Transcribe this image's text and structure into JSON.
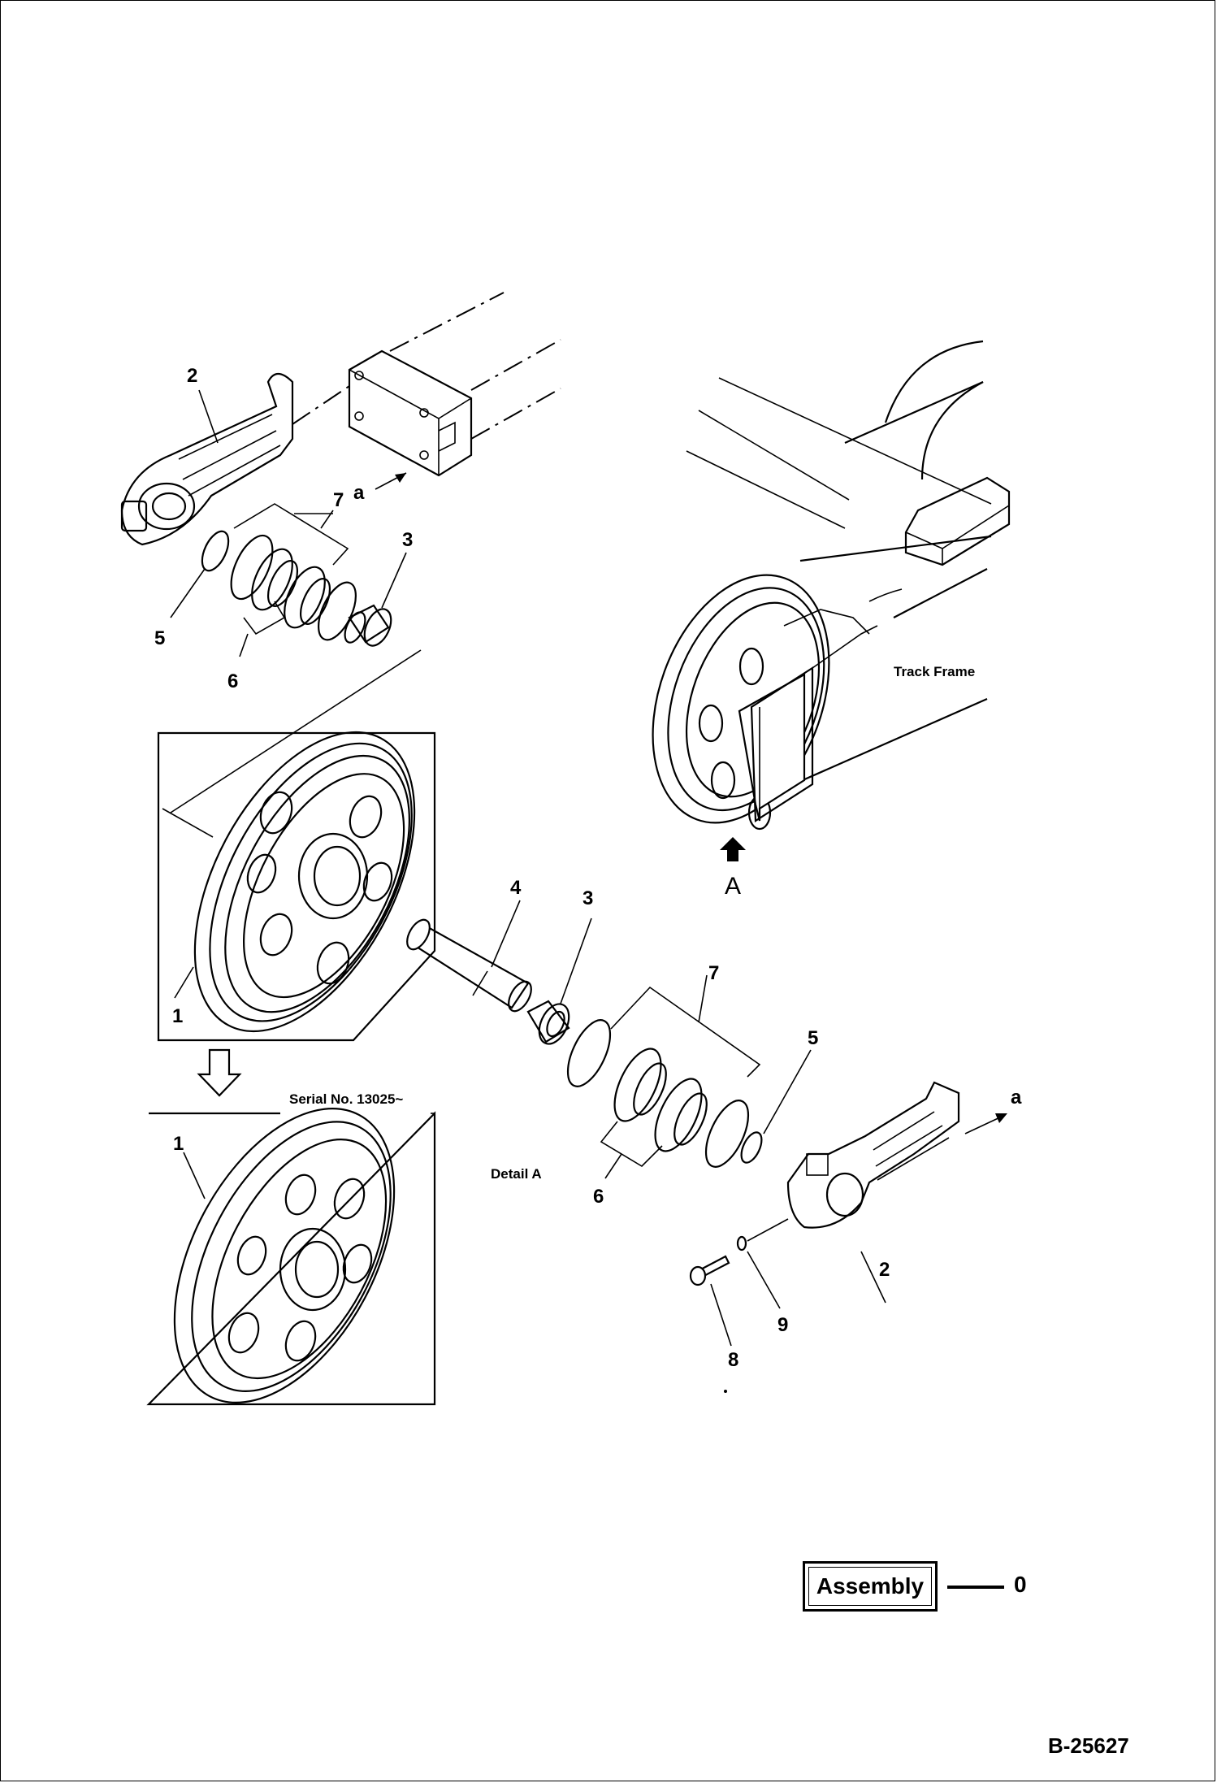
{
  "callouts": {
    "n1a": "1",
    "n1b": "1",
    "n2a": "2",
    "n2b": "2",
    "n3a": "3",
    "n3b": "3",
    "n4": "4",
    "n5a": "5",
    "n5b": "5",
    "n6a": "6",
    "n6b": "6",
    "n7a": "7",
    "n7b": "7",
    "n8": "8",
    "n9": "9",
    "a1": "a",
    "a2": "a",
    "view_A": "A"
  },
  "labels": {
    "track_frame": "Track Frame",
    "serial": "Serial No. 13025~",
    "detail": "Detail A"
  },
  "assembly": {
    "label": "Assembly",
    "value": "0"
  },
  "ref_code": "B-25627"
}
